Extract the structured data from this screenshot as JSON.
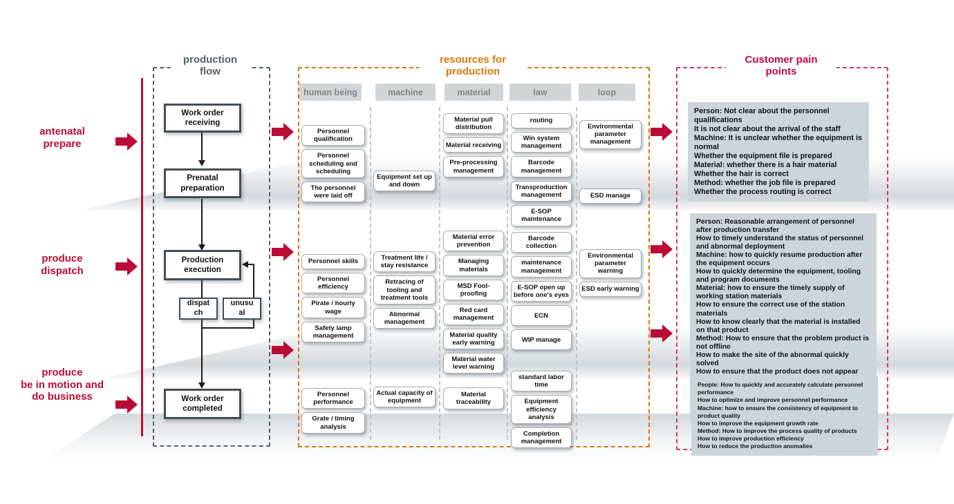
{
  "colors": {
    "crimson": "#bb0c35",
    "orange": "#d8760e",
    "pain_red": "#c50a46",
    "slate": "#3f4f57",
    "block_bg": "#ccd5d9"
  },
  "stages": {
    "s1": "antenatal\nprepare",
    "s2": "produce\ndispatch",
    "s3": "produce\nbe in motion and\ndo business"
  },
  "flow": {
    "title": "production\nflow",
    "receiving": "Work order\nreceiving",
    "prenatal": "Prenatal\npreparation",
    "execution": "Production\nexecution",
    "dispatch": "dispat\nch",
    "unusual": "unusu\nal",
    "completed": "Work order\ncompleted"
  },
  "resources": {
    "title": "resources for\nproduction",
    "headers": [
      "human being",
      "machine",
      "material",
      "law",
      "loop"
    ],
    "row1": {
      "human": [
        "Personnel qualification",
        "Personnel scheduling and scheduling",
        "The personnel were laid off"
      ],
      "machine": [
        "Equipment set up and down"
      ],
      "material": [
        "Material pull distribution",
        "Material receiving",
        "Pre-processing management"
      ],
      "law": [
        "routing",
        "Win system management",
        "Barcode management",
        "Transproduction management",
        "E-SOP maintenance"
      ],
      "loop": [
        "Environmental parameter management",
        "ESD manage"
      ]
    },
    "row2": {
      "human": [
        "Personnel skills",
        "Personnel efficiency",
        "Pirate / hourly wage",
        "Safety lamp management"
      ],
      "machine": [
        "Treatment life / stay resistance",
        "Retracing of tooling and treatment tools",
        "Abnormal management"
      ],
      "material": [
        "Material error prevention",
        "Managing materials",
        "MSD Fool-proofing",
        "Red card management",
        "Material quality early warning",
        "Material water level warning"
      ],
      "law": [
        "Barcode collection",
        "maintenance management",
        "E-SOP open up before one's eyes",
        "ECN",
        "WIP manage"
      ],
      "loop": [
        "Environmental parameter warning",
        "ESD early warning"
      ]
    },
    "row3": {
      "human": [
        "Personnel performance",
        "Grate / timing analysis"
      ],
      "machine": [
        "Actual capacity of equipment"
      ],
      "material": [
        "Material traceability"
      ],
      "law": [
        "standard labor time",
        "Equipment efficiency analysis",
        "Completion management"
      ]
    }
  },
  "pain": {
    "title": "Customer pain\npoints",
    "block1": "Person: Not clear about the personnel qualifications\nIt is not clear about the arrival of the staff\nMachine: It is unclear whether the equipment is normal\nWhether the equipment file is prepared\nMaterial: whether there is a hair material\nWhether the hair is correct\nMethod: whether the job file is prepared\nWhether the process routing is correct",
    "block2": "Person: Reasonable arrangement of personnel after production transfer\nHow to timely understand the status of personnel and abnormal deployment\nMachine: how to quickly resume production after the equipment occurs\nHow to quickly determine the equipment, tooling and program documents\nMaterial: how to ensure the timely supply of working station materials\nHow to ensure the correct use of the station materials\nHow to know clearly that the material is installed on that product\nMethod: How to ensure that the problem product is not offline\nHow to make the site of the abnormal quickly solved\nHow to ensure that the product does not appear wrong leakage installation\nHow to ensure the correct production when changes occur\nRing: temperature and humidity, cleanliness changes how to ensure production",
    "block3": "People: How to quickly and accurately calculate personnel performance\nHow to optimize and improve personnel performance\nMachine: how to ensure the consistency of equipment to product quality\nHow to improve the equipment growth rate\nMethod: How to improve the process quality of products\nHow to improve production efficiency\nHow to reduce the production anomalies"
  }
}
